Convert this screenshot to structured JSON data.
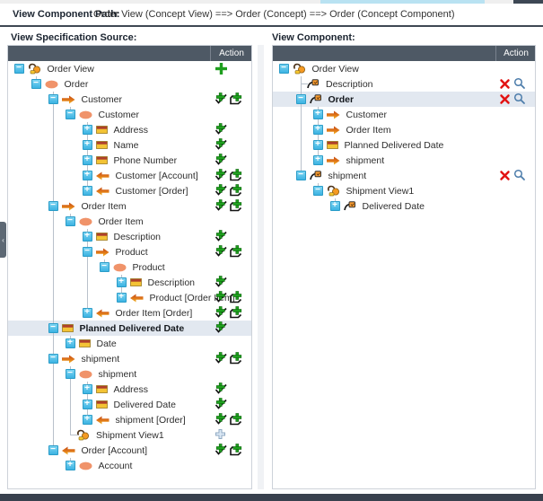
{
  "path_bar": {
    "label": "View Component Path:",
    "path": "Order View (Concept View) ==> Order (Concept) ==> Order (Concept Component)"
  },
  "colors": {
    "header_bar": "#4e5965",
    "row_highlight": "#e2e8f0",
    "guide_line": "#b9c1cb",
    "expander_blue": "#45bce8",
    "concept_orange": "#f0936a",
    "relation_orange": "#d96a16",
    "attribute_yellow": "#f3c335",
    "add_green": "#1fa11f",
    "delete_red": "#e21313",
    "search_blue": "#4d7dab",
    "top_accent_segment": "#b9e2f2",
    "top_dark_segment": "#3d4754",
    "bottom_bar": "#39414e"
  },
  "source_panel": {
    "title": "View Specification Source:",
    "action_header": "Action",
    "tree": {
      "label": "Order View",
      "icon": "view-icon",
      "expander": "minus",
      "actions": [
        "big-plus"
      ],
      "children": [
        {
          "label": "Order",
          "icon": "concept-icon",
          "expander": "minus",
          "children": [
            {
              "label": "Customer",
              "icon": "relation-right-icon",
              "expander": "minus",
              "actions": [
                "add-check",
                "add-stamp"
              ],
              "children": [
                {
                  "label": "Customer",
                  "icon": "concept-icon",
                  "expander": "minus",
                  "children": [
                    {
                      "label": "Address",
                      "icon": "attribute-icon",
                      "expander": "plus",
                      "actions": [
                        "add-check"
                      ]
                    },
                    {
                      "label": "Name",
                      "icon": "attribute-icon",
                      "expander": "plus",
                      "actions": [
                        "add-check"
                      ]
                    },
                    {
                      "label": "Phone Number",
                      "icon": "attribute-icon",
                      "expander": "plus",
                      "actions": [
                        "add-check"
                      ]
                    },
                    {
                      "label": "Customer [Account]",
                      "icon": "relation-left-icon",
                      "expander": "plus",
                      "actions": [
                        "add-check",
                        "add-stamp"
                      ]
                    },
                    {
                      "label": "Customer [Order]",
                      "icon": "relation-left-icon",
                      "expander": "plus",
                      "actions": [
                        "add-check",
                        "add-stamp"
                      ]
                    }
                  ]
                }
              ]
            },
            {
              "label": "Order Item",
              "icon": "relation-right-icon",
              "expander": "minus",
              "actions": [
                "add-check",
                "add-stamp"
              ],
              "children": [
                {
                  "label": "Order Item",
                  "icon": "concept-icon",
                  "expander": "minus",
                  "children": [
                    {
                      "label": "Description",
                      "icon": "attribute-icon",
                      "expander": "plus",
                      "actions": [
                        "add-check"
                      ]
                    },
                    {
                      "label": "Product",
                      "icon": "relation-right-icon",
                      "expander": "minus",
                      "actions": [
                        "add-check",
                        "add-stamp"
                      ],
                      "children": [
                        {
                          "label": "Product",
                          "icon": "concept-icon",
                          "expander": "minus",
                          "children": [
                            {
                              "label": "Description",
                              "icon": "attribute-icon",
                              "expander": "plus",
                              "actions": [
                                "add-check"
                              ]
                            },
                            {
                              "label": "Product [Order Item]",
                              "icon": "relation-left-icon",
                              "expander": "plus",
                              "actions": [
                                "add-check",
                                "add-stamp"
                              ]
                            }
                          ]
                        }
                      ]
                    },
                    {
                      "label": "Order Item [Order]",
                      "icon": "relation-left-icon",
                      "expander": "plus",
                      "actions": [
                        "add-check",
                        "add-stamp"
                      ]
                    }
                  ]
                }
              ]
            },
            {
              "label": "Planned Delivered Date",
              "icon": "attribute-icon",
              "expander": "minus",
              "bold": true,
              "highlighted": true,
              "actions": [
                "add-check"
              ],
              "children": [
                {
                  "label": "Date",
                  "icon": "attribute-icon",
                  "expander": "plus"
                }
              ]
            },
            {
              "label": "shipment",
              "icon": "relation-right-icon",
              "expander": "minus",
              "actions": [
                "add-check",
                "add-stamp"
              ],
              "children": [
                {
                  "label": "shipment",
                  "icon": "concept-icon",
                  "expander": "minus",
                  "children": [
                    {
                      "label": "Address",
                      "icon": "attribute-icon",
                      "expander": "plus",
                      "actions": [
                        "add-check"
                      ]
                    },
                    {
                      "label": "Delivered Date",
                      "icon": "attribute-icon",
                      "expander": "plus",
                      "actions": [
                        "add-check"
                      ]
                    },
                    {
                      "label": "shipment [Order]",
                      "icon": "relation-left-icon",
                      "expander": "plus",
                      "actions": [
                        "add-check",
                        "add-stamp"
                      ]
                    }
                  ]
                },
                {
                  "label": "Shipment View1",
                  "icon": "view-icon",
                  "expander": "elbow",
                  "actions": [
                    "plus-outline"
                  ]
                }
              ]
            },
            {
              "label": "Order [Account]",
              "icon": "relation-left-icon",
              "expander": "minus",
              "actions": [
                "add-check",
                "add-stamp"
              ],
              "children": [
                {
                  "label": "Account",
                  "icon": "concept-icon",
                  "expander": "plus"
                }
              ]
            }
          ]
        }
      ]
    }
  },
  "component_panel": {
    "title": "View Component:",
    "action_header": "Action",
    "tree": {
      "label": "Order View",
      "icon": "view-icon",
      "expander": "minus",
      "children": [
        {
          "label": "Description",
          "icon": "component-icon",
          "expander": "elbow",
          "actions": [
            "delete",
            "search"
          ]
        },
        {
          "label": "Order",
          "icon": "component-icon",
          "expander": "minus",
          "bold": true,
          "highlighted": true,
          "actions": [
            "delete",
            "search"
          ],
          "children": [
            {
              "label": "Customer",
              "icon": "relation-right-icon",
              "expander": "plus"
            },
            {
              "label": "Order Item",
              "icon": "relation-right-icon",
              "expander": "plus"
            },
            {
              "label": "Planned Delivered Date",
              "icon": "attribute-icon",
              "expander": "plus"
            },
            {
              "label": "shipment",
              "icon": "relation-right-icon",
              "expander": "plus"
            }
          ]
        },
        {
          "label": "shipment",
          "icon": "component-icon",
          "expander": "minus",
          "actions": [
            "delete",
            "search"
          ],
          "children": [
            {
              "label": "Shipment View1",
              "icon": "view-icon",
              "expander": "minus",
              "children": [
                {
                  "label": "Delivered Date",
                  "icon": "component-icon",
                  "expander": "plus"
                }
              ]
            }
          ]
        }
      ]
    }
  }
}
